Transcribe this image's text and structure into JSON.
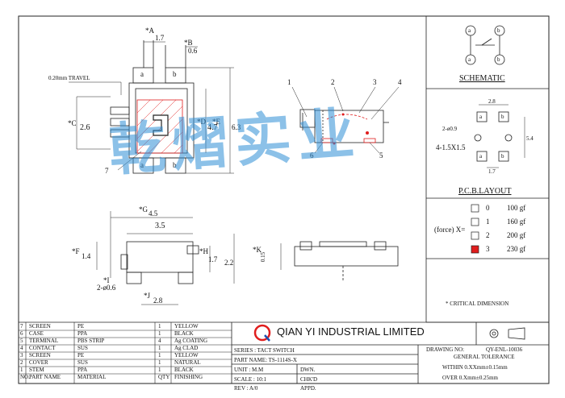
{
  "dims": {
    "a": "*A",
    "a_val": "1.7",
    "b": "*B",
    "b_val": "0.6",
    "travel": "0.20mm TRAVEL",
    "c": "*C",
    "c_val": "2.6",
    "d": "*D",
    "d_val": "4.7",
    "e": "*E",
    "e_val": "6.3",
    "pad_a": "a",
    "pad_b": "b",
    "g": "*G",
    "g_val": "4.5",
    "len35": "3.5",
    "f": "*F",
    "f_val": "1.4",
    "h": "*H",
    "h_val": "1.7",
    "h2": "2.2",
    "i": "*I",
    "i_val": "2-ø0.6",
    "j": "*J",
    "j_val": "2.8",
    "k": "*K",
    "k_val": "0.15"
  },
  "callouts": [
    "1",
    "2",
    "3",
    "4",
    "5",
    "6",
    "7"
  ],
  "schematic": {
    "title": "SCHEMATIC",
    "pins": [
      "a",
      "b",
      "a",
      "b"
    ]
  },
  "pcb": {
    "title": "P.C.B.LAYOUT",
    "w": "2.8",
    "hole": "2-ø0.9",
    "pad": "4-1.5X1.5",
    "h": "5.4",
    "p": "1.7",
    "pins": [
      "a",
      "b",
      "a",
      "b"
    ]
  },
  "force": {
    "label": "(force) X=",
    "options": [
      {
        "code": "0",
        "value": "100 gf",
        "selected": false
      },
      {
        "code": "1",
        "value": "160 gf",
        "selected": false
      },
      {
        "code": "2",
        "value": "200 gf",
        "selected": false
      },
      {
        "code": "3",
        "value": "230 gf",
        "selected": true
      }
    ]
  },
  "critical": "* CRITICAL  DIMENSION",
  "bom": {
    "header": [
      "NO.",
      "PART NAME",
      "MATERIAL",
      "QTY",
      "FINISHING"
    ],
    "rows": [
      [
        "7",
        "SCREEN",
        "PE",
        "1",
        "YELLOW"
      ],
      [
        "6",
        "CASE",
        "PPA",
        "1",
        "BLACK"
      ],
      [
        "5",
        "TERMINAL",
        "PBS STRIP",
        "4",
        "Ag COATING"
      ],
      [
        "4",
        "CONTACT",
        "SUS",
        "1",
        "Ag CLAD"
      ],
      [
        "3",
        "SCREEN",
        "PE",
        "1",
        "YELLOW"
      ],
      [
        "2",
        "COVER",
        "SUS",
        "1",
        "NATURAL"
      ],
      [
        "1",
        "STEM",
        "PPA",
        "1",
        "BLACK"
      ]
    ]
  },
  "company": "QIAN  YI  INDUSTRIAL  LIMITED",
  "logo_letter": "Q",
  "drawing_no_label": "DRAWING NO:",
  "drawing_no": "QY-ENL-10036",
  "series": "SERIES : TACT SWITCH",
  "part_name": "PART NAME: TS-1114S-X",
  "unit": "UNIT : M.M",
  "dwn": "DWN.",
  "scale": "SCALE : 10:1",
  "chkd": "CHK'D",
  "rev": "REV  : A/0",
  "appd": "APPD.",
  "tolerance_title": "GENERAL TOLERANCE",
  "tol1": "WITHIN 0.XXmm±0.15mm",
  "tol2": "OVER   0.Xmm±0.25mm",
  "watermark": "乾熠实业",
  "accent": "#e01d1d",
  "watermark_color": "#2f8fd6"
}
